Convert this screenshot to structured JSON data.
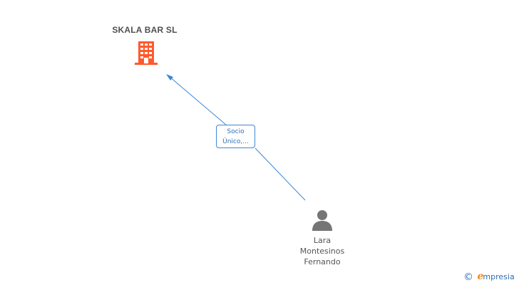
{
  "company": {
    "name": "SKALA BAR SL",
    "icon": "building-icon",
    "color": "#ff5a2c"
  },
  "relation": {
    "label_line1": "Socio",
    "label_line2": "Único,...",
    "line_color": "#3d87d6"
  },
  "person": {
    "icon": "person-icon",
    "name_line1": "Lara",
    "name_line2": "Montesinos",
    "name_line3": "Fernando",
    "color": "#757575"
  },
  "brand": {
    "copyright_symbol": "©",
    "e_letter": "e",
    "rest": "mpresia",
    "accent_color": "#f08a1e",
    "text_color": "#2f6db5"
  }
}
